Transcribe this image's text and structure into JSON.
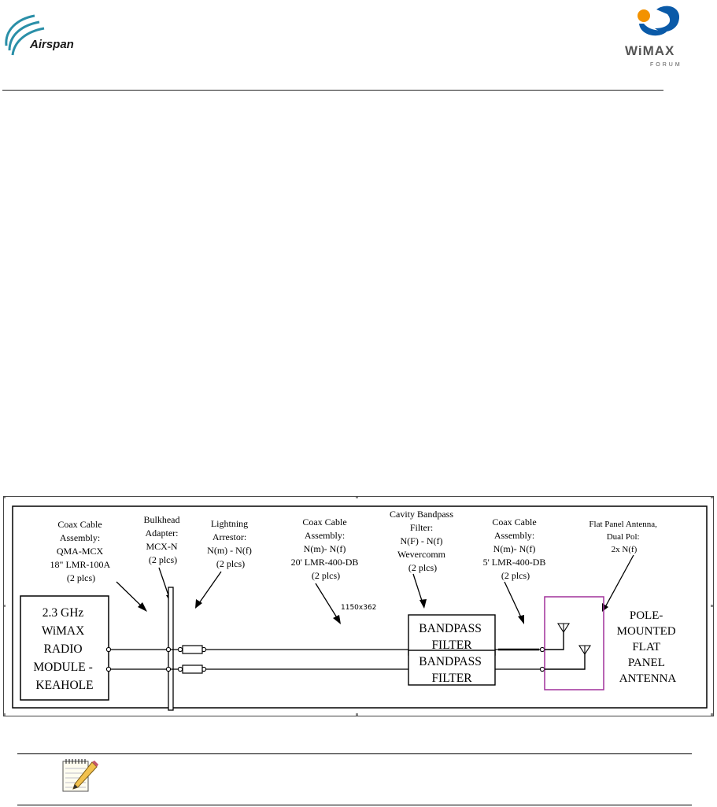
{
  "header": {
    "airspan_logo_text": "Airspan",
    "wimax_logo_word": "WiMAX",
    "wimax_logo_sub": "FORUM"
  },
  "diagram": {
    "labels": {
      "coax_100a": [
        "Coax Cable",
        "Assembly:",
        "QMA-MCX",
        "18\" LMR-100A",
        "(2 plcs)"
      ],
      "bulkhead": [
        "Bulkhead",
        "Adapter:",
        "MCX-N",
        "(2 plcs)"
      ],
      "lightning": [
        "Lightning",
        "Arrestor:",
        "N(m) - N(f)",
        "(2 plcs)"
      ],
      "coax_20": [
        "Coax Cable",
        "Assembly:",
        "N(m)- N(f)",
        "20' LMR-400-DB",
        "(2 plcs)"
      ],
      "cavity": [
        "Cavity Bandpass",
        "Filter:",
        "N(F) - N(f)",
        "Wevercomm",
        "(2 plcs)"
      ],
      "coax_5": [
        "Coax Cable",
        "Assembly:",
        "N(m)- N(f)",
        "5' LMR-400-DB",
        "(2 plcs)"
      ],
      "flat_panel": [
        "Flat Panel Antenna,",
        "Dual Pol:",
        "2x N(f)"
      ]
    },
    "radio_module": [
      "2.3 GHz",
      "WiMAX",
      "RADIO",
      "MODULE -",
      "KEAHOLE"
    ],
    "filter_box": [
      "BANDPASS",
      "FILTER"
    ],
    "antenna_text": [
      "POLE-",
      "MOUNTED",
      "FLAT",
      "PANEL",
      "ANTENNA"
    ],
    "size_tag": "1150x362",
    "colors": {
      "antenna_frame": "#a0309a",
      "line": "#000000"
    }
  },
  "note": {
    "icon": "notepad-pencil-icon"
  }
}
